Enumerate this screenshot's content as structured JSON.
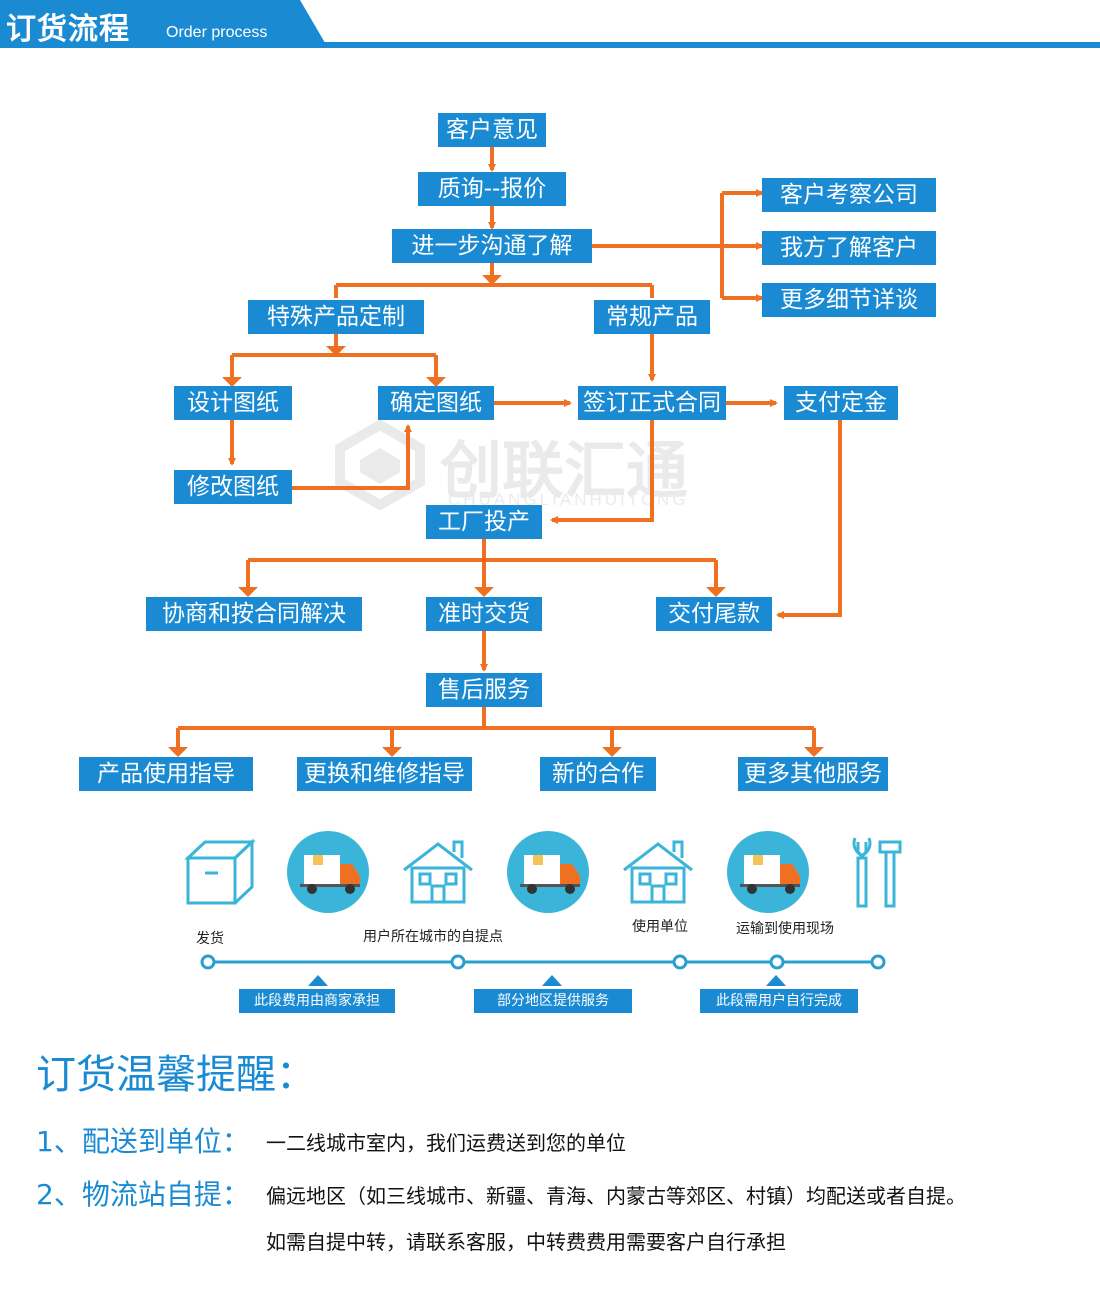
{
  "header": {
    "title": "订货流程",
    "subtitle": "Order process"
  },
  "watermark": {
    "brand": "创联汇通",
    "pinyin": "CHUANGLIANHUITONG"
  },
  "colors": {
    "box": "#1a8bd3",
    "arrow": "#f07021",
    "accent": "#1a8bd3"
  },
  "flow": {
    "customer_opinion": "客户意见",
    "inquiry_quote": "质询--报价",
    "further_communication": "进一步沟通了解",
    "customer_visit": "客户考察公司",
    "we_understand": "我方了解客户",
    "more_details": "更多细节详谈",
    "special_custom": "特殊产品定制",
    "regular_product": "常规产品",
    "design_drawing": "设计图纸",
    "confirm_drawing": "确定图纸",
    "modify_drawing": "修改图纸",
    "sign_contract": "签订正式合同",
    "pay_deposit": "支付定金",
    "factory_production": "工厂投产",
    "negotiate_contract": "协商和按合同解决",
    "on_time_delivery": "准时交货",
    "pay_balance": "交付尾款",
    "after_sales": "售后服务",
    "usage_guide": "产品使用指导",
    "replace_repair": "更换和维修指导",
    "new_cooperation": "新的合作",
    "more_services": "更多其他服务"
  },
  "logistics": {
    "steps": [
      "发货",
      "用户所在城市的自提点",
      "使用单位",
      "运输到使用现场"
    ],
    "tags": [
      "此段费用由商家承担",
      "部分地区提供服务",
      "此段需用户自行完成"
    ]
  },
  "tips": {
    "title": "订货温馨提醒：",
    "item1_label": "1、配送到单位：",
    "item1_text": "一二线城市室内，我们运费送到您的单位",
    "item2_label": "2、物流站自提：",
    "item2_text": "偏远地区（如三线城市、新疆、青海、内蒙古等郊区、村镇）均配送或者自提。",
    "item2_text2": "如需自提中转，请联系客服，中转费费用需要客户自行承担"
  }
}
